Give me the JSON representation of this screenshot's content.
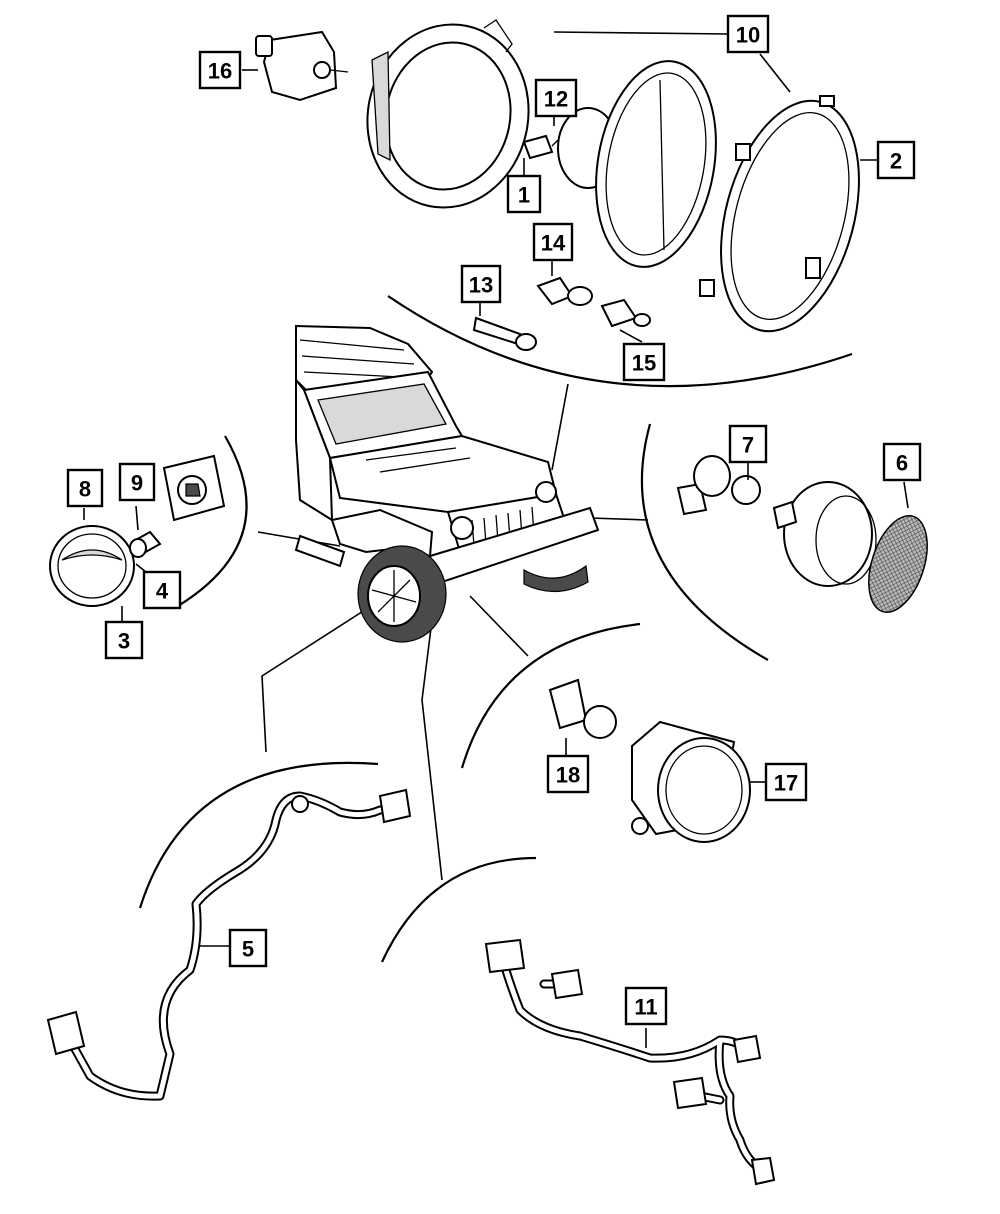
{
  "diagram": {
    "callouts": [
      {
        "id": "c1",
        "label": "1"
      },
      {
        "id": "c2",
        "label": "2"
      },
      {
        "id": "c3",
        "label": "3"
      },
      {
        "id": "c4",
        "label": "4"
      },
      {
        "id": "c5",
        "label": "5"
      },
      {
        "id": "c6",
        "label": "6"
      },
      {
        "id": "c7",
        "label": "7"
      },
      {
        "id": "c8",
        "label": "8"
      },
      {
        "id": "c9",
        "label": "9"
      },
      {
        "id": "c10",
        "label": "10"
      },
      {
        "id": "c11",
        "label": "11"
      },
      {
        "id": "c12",
        "label": "12"
      },
      {
        "id": "c13",
        "label": "13"
      },
      {
        "id": "c14",
        "label": "14"
      },
      {
        "id": "c15",
        "label": "15"
      },
      {
        "id": "c16",
        "label": "16"
      },
      {
        "id": "c17",
        "label": "17"
      },
      {
        "id": "c18",
        "label": "18"
      }
    ],
    "colors": {
      "line": "#000000",
      "background": "#ffffff",
      "shade": "#d9d9d9"
    }
  }
}
